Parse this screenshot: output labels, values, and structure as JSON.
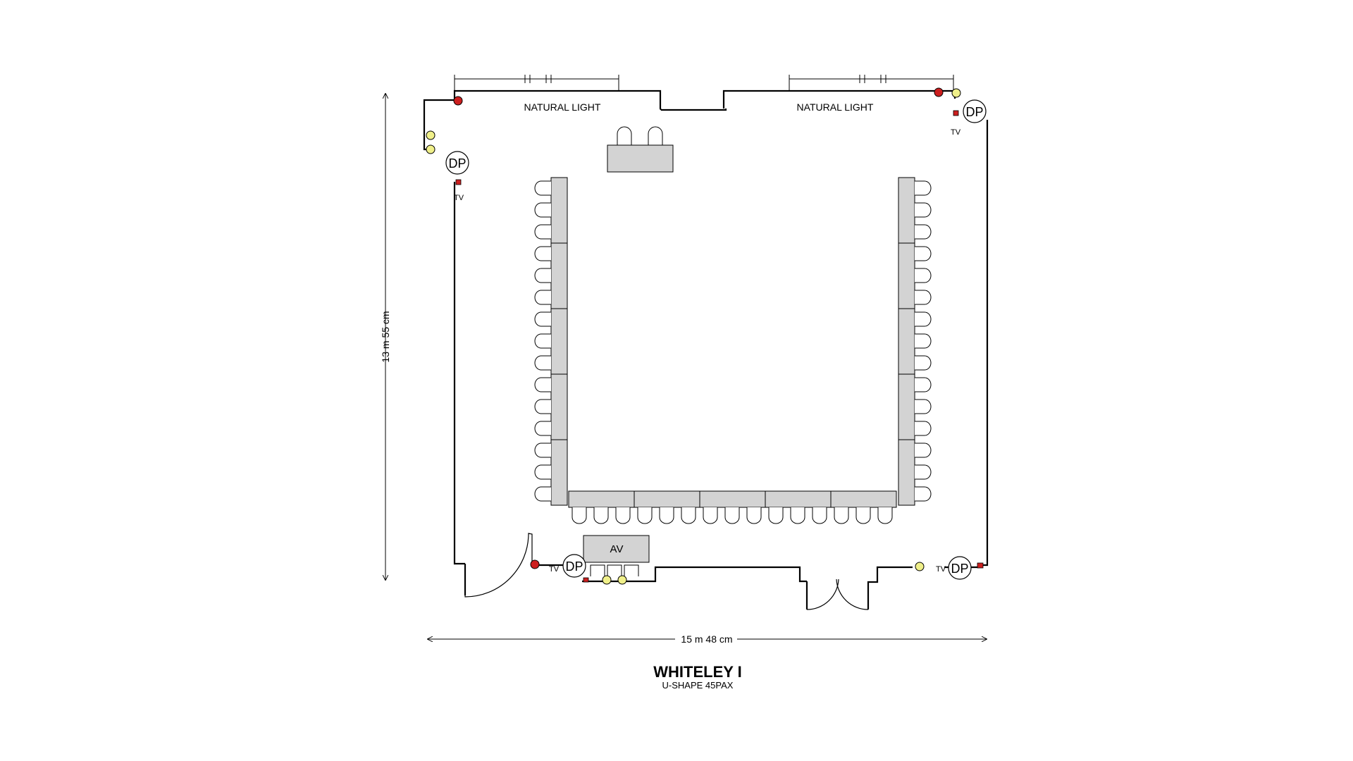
{
  "title": "WHITELEY I",
  "subtitle": "U-SHAPE 45PAX",
  "dimensions": {
    "width": "15 m 48 cm",
    "height": "13 m 55 cm"
  },
  "windows": [
    {
      "label": "NATURAL LIGHT"
    },
    {
      "label": "NATURAL LIGHT"
    }
  ],
  "distribution_panels": [
    {
      "label": "DP"
    },
    {
      "label": "DP"
    },
    {
      "label": "DP"
    },
    {
      "label": "DP"
    }
  ],
  "tv_points": [
    {
      "label": "TV"
    },
    {
      "label": "TV"
    },
    {
      "label": "TV"
    },
    {
      "label": "TV"
    }
  ],
  "av_station": {
    "label": "AV"
  },
  "colors": {
    "socket": "#f0f08a",
    "alarm": "#cc1f1f",
    "table": "#d3d3d3",
    "wall": "#000000"
  }
}
